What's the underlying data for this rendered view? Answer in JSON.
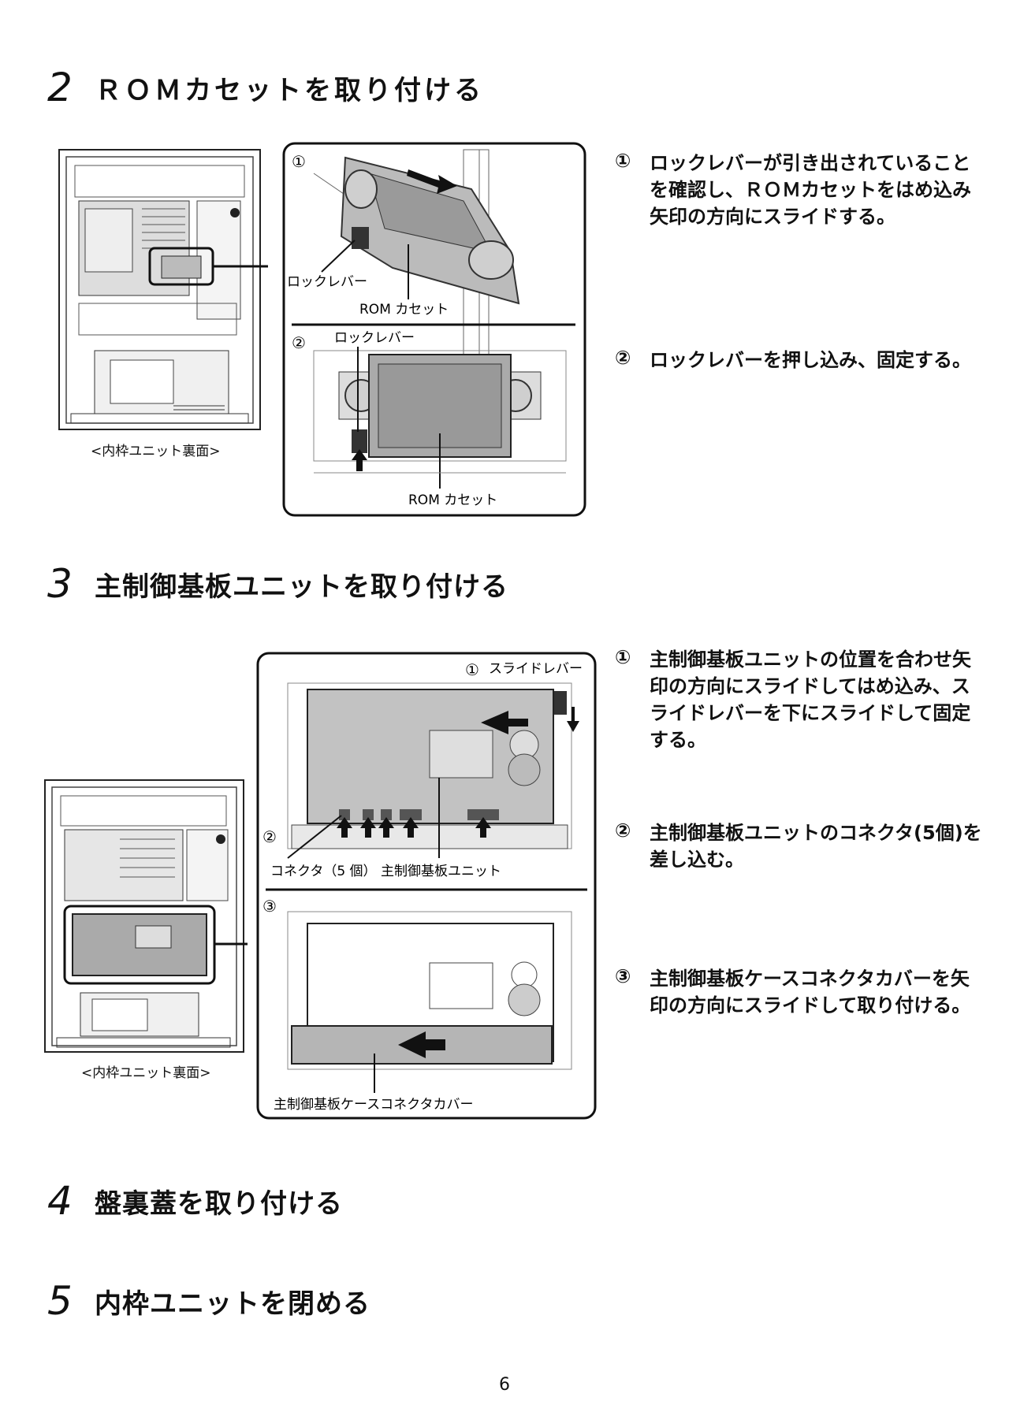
{
  "step2": {
    "number": "2",
    "title": "ＲＯＭカセットを取り付ける",
    "overview_caption": "<内枠ユニット裏面>",
    "fig": {
      "panel1_mark": "①",
      "panel2_mark": "②",
      "lock_lever_label_1": "ロックレバー",
      "rom_label_1": "ROM カセット",
      "lock_lever_label_2": "ロックレバー",
      "rom_label_2": "ROM カセット"
    },
    "instructions": [
      {
        "mark": "①",
        "text": "ロックレバーが引き出されていることを確認し、ＲＯＭカセットをはめ込み矢印の方向にスライドする。"
      },
      {
        "mark": "②",
        "text": "ロックレバーを押し込み、固定する。"
      }
    ]
  },
  "step3": {
    "number": "3",
    "title": "主制御基板ユニットを取り付ける",
    "overview_caption": "<内枠ユニット裏面>",
    "fig": {
      "panel1_mark": "①",
      "slide_lever_label": "スライドレバー",
      "panel2_mark": "②",
      "connector_label": "コネクタ（5 個）",
      "unit_label": "主制御基板ユニット",
      "panel3_mark": "③",
      "cover_label": "主制御基板ケースコネクタカバー"
    },
    "instructions": [
      {
        "mark": "①",
        "text": "主制御基板ユニットの位置を合わせ矢印の方向にスライドしてはめ込み、スライドレバーを下にスライドして固定する。"
      },
      {
        "mark": "②",
        "text": "主制御基板ユニットのコネクタ(5個)を差し込む。"
      },
      {
        "mark": "③",
        "text": "主制御基板ケースコネクタカバーを矢印の方向にスライドして取り付ける。"
      }
    ]
  },
  "step4": {
    "number": "4",
    "title": "盤裏蓋を取り付ける"
  },
  "step5": {
    "number": "5",
    "title": "内枠ユニットを閉める"
  },
  "page_number": "6"
}
